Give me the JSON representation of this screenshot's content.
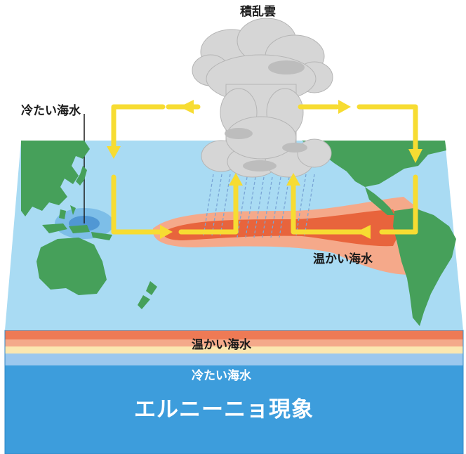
{
  "labels": {
    "cloud": "積乱雲",
    "cold_water_west": "冷たい海水",
    "warm_water_east": "温かい海水",
    "warm_layer": "温かい海水",
    "cold_layer": "冷たい海水",
    "title": "エルニーニョ現象"
  },
  "colors": {
    "ocean_surface": "#a9dbf3",
    "land": "#46a05a",
    "warm_core": "#e8643c",
    "warm_outer": "#f5a98a",
    "cold_pool": "#5aa6de",
    "arrow": "#f7dc32",
    "cloud": "#d6d6d6",
    "rain": "#7aa6d6",
    "deep_water": "#3d9ddc",
    "layer_red": "#ee7a55",
    "layer_cream": "#fbe7b0"
  }
}
